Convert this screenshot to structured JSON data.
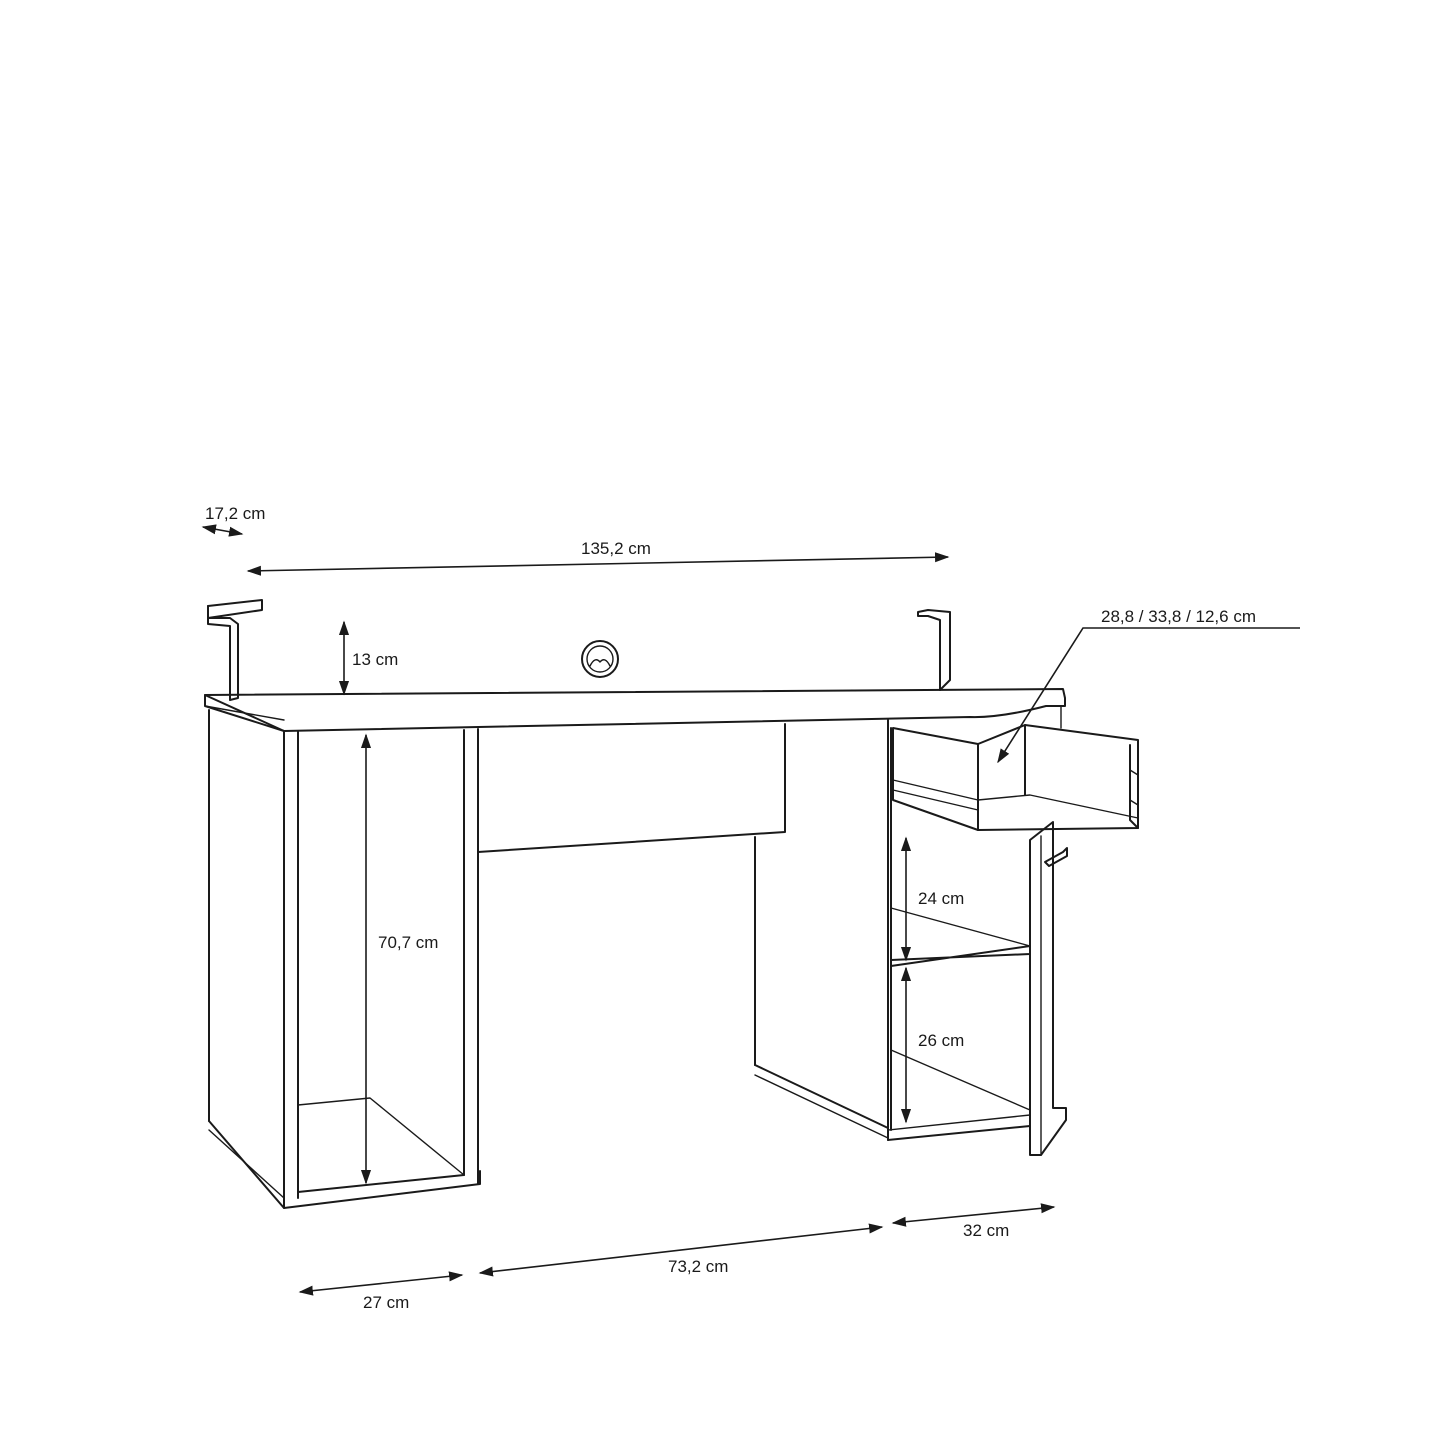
{
  "dimensions": {
    "depth_top": "17,2 cm",
    "width_total": "135,2 cm",
    "hutch_height": "13 cm",
    "drawer": "28,8 / 33,8 / 12,6 cm",
    "leg_height": "70,7 cm",
    "shelf_upper": "24 cm",
    "shelf_lower": "26 cm",
    "right_width": "32 cm",
    "middle_width": "73,2 cm",
    "left_width": "27 cm"
  },
  "colors": {
    "line": "#1a1a1a",
    "background": "#ffffff"
  },
  "icons": {
    "grommet": "cable-grommet-icon",
    "handle": "door-handle-icon"
  }
}
